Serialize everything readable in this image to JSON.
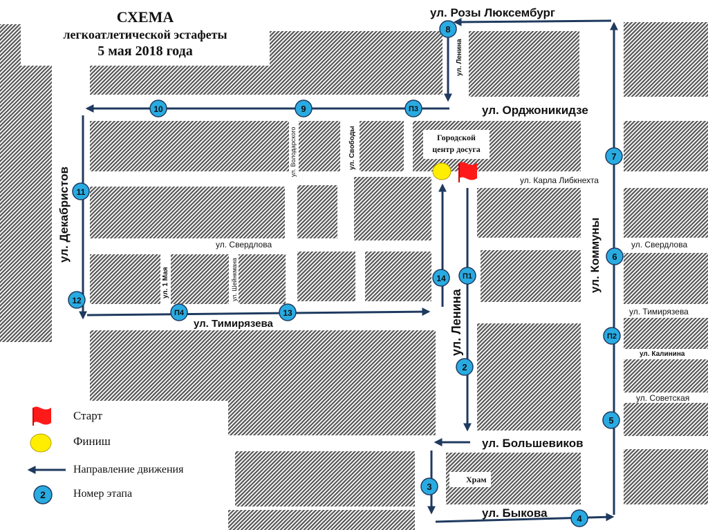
{
  "title": {
    "line1": "СХЕМА",
    "line2": "легкоатлетической эстафеты",
    "line3": "5 мая 2018 года"
  },
  "colors": {
    "route": "#1f3a5f",
    "stage_marker": "#29abe2",
    "start_flag": "#ff1a1a",
    "finish_marker": "#ffee00",
    "block_hatch": "#5a5a5a"
  },
  "streets": {
    "rozy_lyuksemburg": "ул. Розы Люксембург",
    "lenina_top": "ул. Ленина",
    "ordzhonikidze": "ул. Орджоникидзе",
    "volodarskogo": "ул. Володарского",
    "svobody": "ул. Свободы",
    "karla_libknekhta": "ул. Карла Либкнехта",
    "dekabristov": "ул. Декабристов",
    "sverdlova_left": "ул. Свердлова",
    "sverdlova_right": "ул. Свердлова",
    "pervogo_maya": "ул. 1 Мая",
    "sheynkmana": "ул. Шейнкмана",
    "timiryazeva_left": "ул. Тимирязева",
    "timiryazeva_right": "ул. Тимирязева",
    "lenina_main": "ул. Ленина",
    "kommuny": "ул. Коммуны",
    "kalinina": "ул. Калинина",
    "sovetskaya": "ул. Советская",
    "bolshevikov": "ул. Большевиков",
    "bykova": "ул. Быкова"
  },
  "landmarks": {
    "dosug_line1": "Городской",
    "dosug_line2": "центр досуга",
    "khram": "Храм"
  },
  "stages": [
    {
      "label": "П1"
    },
    {
      "label": "2"
    },
    {
      "label": "3"
    },
    {
      "label": "4"
    },
    {
      "label": "5"
    },
    {
      "label": "П2"
    },
    {
      "label": "6"
    },
    {
      "label": "7"
    },
    {
      "label": "8"
    },
    {
      "label": "П3"
    },
    {
      "label": "9"
    },
    {
      "label": "10"
    },
    {
      "label": "11"
    },
    {
      "label": "12"
    },
    {
      "label": "П4"
    },
    {
      "label": "13"
    },
    {
      "label": "14"
    }
  ],
  "legend": {
    "start": "Старт",
    "finish": "Финиш",
    "direction": "Направление движения",
    "stage_sample": "2",
    "stage_number": "Номер этапа"
  }
}
